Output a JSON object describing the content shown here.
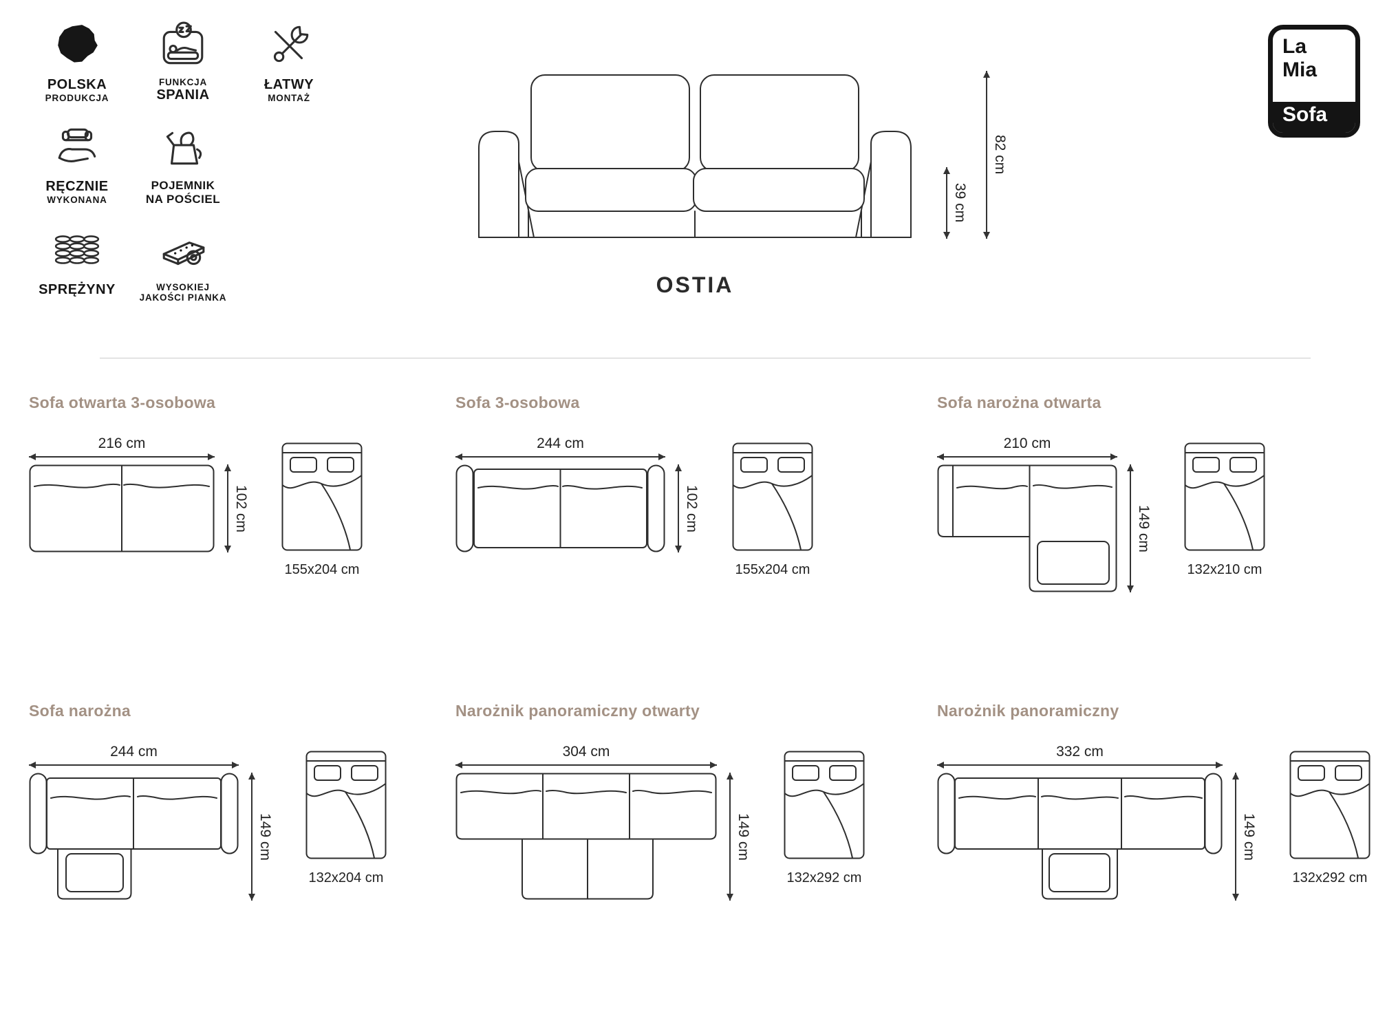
{
  "brand": {
    "line1": "La",
    "line2": "Mia",
    "line3": "Sofa"
  },
  "product": {
    "name": "OSTIA",
    "height": "82 cm",
    "seat_height": "39 cm"
  },
  "features": [
    {
      "icon": "poland-map-icon",
      "label1": "POLSKA",
      "label2": "PRODUKCJA"
    },
    {
      "icon": "sleep-function-icon",
      "label1": "FUNKCJA",
      "label2": "SPANIA"
    },
    {
      "icon": "tools-icon",
      "label1": "ŁATWY",
      "label2": "MONTAŻ"
    },
    {
      "icon": "handmade-icon",
      "label1": "RĘCZNIE",
      "label2": "WYKONANA"
    },
    {
      "icon": "bedding-container-icon",
      "label1": "POJEMNIK",
      "label2": "NA POŚCIEL"
    },
    {
      "icon": "springs-icon",
      "label1": "SPRĘŻYNY",
      "label2": ""
    },
    {
      "icon": "foam-quality-icon",
      "label1": "WYSOKIEJ",
      "label2": "JAKOŚCI PIANKA"
    }
  ],
  "sections": [
    {
      "title": "Sofa otwarta 3-osobowa",
      "width": "216 cm",
      "depth": "102 cm",
      "bed": "155x204 cm"
    },
    {
      "title": "Sofa 3-osobowa",
      "width": "244 cm",
      "depth": "102 cm",
      "bed": "155x204 cm"
    },
    {
      "title": "Sofa narożna otwarta",
      "width": "210 cm",
      "depth": "149 cm",
      "bed": "132x210 cm"
    },
    {
      "title": "Sofa narożna",
      "width": "244 cm",
      "depth": "149 cm",
      "bed": "132x204 cm"
    },
    {
      "title": "Narożnik panoramiczny otwarty",
      "width": "304 cm",
      "depth": "149 cm",
      "bed": "132x292 cm"
    },
    {
      "title": "Narożnik panoramiczny",
      "width": "332 cm",
      "depth": "149 cm",
      "bed": "132x292 cm"
    }
  ],
  "colors": {
    "section_title": "#a39184",
    "line_art": "#2e2e2e"
  }
}
